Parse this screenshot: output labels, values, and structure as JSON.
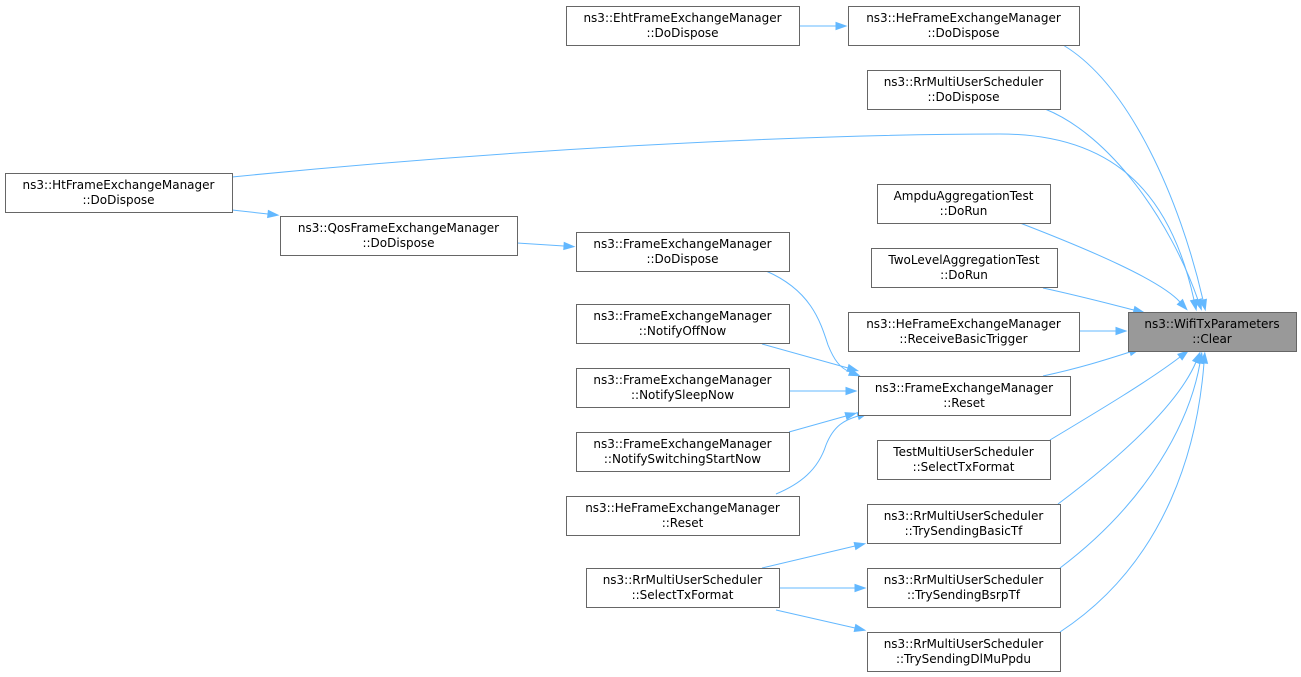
{
  "diagram": {
    "nodes": [
      {
        "id": "root",
        "line1": "ns3::WifiTxParameters",
        "line2": "::Clear"
      },
      {
        "id": "eht_dispose",
        "line1": "ns3::EhtFrameExchangeManager",
        "line2": "::DoDispose"
      },
      {
        "id": "he_dispose",
        "line1": "ns3::HeFrameExchangeManager",
        "line2": "::DoDispose"
      },
      {
        "id": "rr_dispose",
        "line1": "ns3::RrMultiUserScheduler",
        "line2": "::DoDispose"
      },
      {
        "id": "ht_dispose",
        "line1": "ns3::HtFrameExchangeManager",
        "line2": "::DoDispose"
      },
      {
        "id": "ampdu_test",
        "line1": "AmpduAggregationTest",
        "line2": "::DoRun"
      },
      {
        "id": "twolevel_test",
        "line1": "TwoLevelAggregationTest",
        "line2": "::DoRun"
      },
      {
        "id": "qos_dispose",
        "line1": "ns3::QosFrameExchangeManager",
        "line2": "::DoDispose"
      },
      {
        "id": "fem_dispose",
        "line1": "ns3::FrameExchangeManager",
        "line2": "::DoDispose"
      },
      {
        "id": "he_rbt",
        "line1": "ns3::HeFrameExchangeManager",
        "line2": "::ReceiveBasicTrigger"
      },
      {
        "id": "fem_notifyoff",
        "line1": "ns3::FrameExchangeManager",
        "line2": "::NotifyOffNow"
      },
      {
        "id": "fem_reset",
        "line1": "ns3::FrameExchangeManager",
        "line2": "::Reset"
      },
      {
        "id": "fem_notifysleep",
        "line1": "ns3::FrameExchangeManager",
        "line2": "::NotifySleepNow"
      },
      {
        "id": "test_select",
        "line1": "TestMultiUserScheduler",
        "line2": "::SelectTxFormat"
      },
      {
        "id": "fem_notifyswitch",
        "line1": "ns3::FrameExchangeManager",
        "line2": "::NotifySwitchingStartNow"
      },
      {
        "id": "he_reset",
        "line1": "ns3::HeFrameExchangeManager",
        "line2": "::Reset"
      },
      {
        "id": "rr_basictf",
        "line1": "ns3::RrMultiUserScheduler",
        "line2": "::TrySendingBasicTf"
      },
      {
        "id": "rr_select",
        "line1": "ns3::RrMultiUserScheduler",
        "line2": "::SelectTxFormat"
      },
      {
        "id": "rr_bsrptf",
        "line1": "ns3::RrMultiUserScheduler",
        "line2": "::TrySendingBsrpTf"
      },
      {
        "id": "rr_dlmuppdu",
        "line1": "ns3::RrMultiUserScheduler",
        "line2": "::TrySendingDlMuPpdu"
      }
    ],
    "edges": [
      {
        "from": "he_dispose",
        "to": "root"
      },
      {
        "from": "rr_dispose",
        "to": "root"
      },
      {
        "from": "ht_dispose",
        "to": "root"
      },
      {
        "from": "ampdu_test",
        "to": "root"
      },
      {
        "from": "twolevel_test",
        "to": "root"
      },
      {
        "from": "he_rbt",
        "to": "root"
      },
      {
        "from": "fem_reset",
        "to": "root"
      },
      {
        "from": "test_select",
        "to": "root"
      },
      {
        "from": "rr_basictf",
        "to": "root"
      },
      {
        "from": "rr_bsrptf",
        "to": "root"
      },
      {
        "from": "rr_dlmuppdu",
        "to": "root"
      },
      {
        "from": "eht_dispose",
        "to": "he_dispose"
      },
      {
        "from": "ht_dispose",
        "to": "qos_dispose"
      },
      {
        "from": "qos_dispose",
        "to": "fem_dispose"
      },
      {
        "from": "fem_dispose",
        "to": "fem_reset"
      },
      {
        "from": "fem_notifyoff",
        "to": "fem_reset"
      },
      {
        "from": "fem_notifysleep",
        "to": "fem_reset"
      },
      {
        "from": "fem_notifyswitch",
        "to": "fem_reset"
      },
      {
        "from": "he_reset",
        "to": "fem_reset"
      },
      {
        "from": "rr_select",
        "to": "rr_basictf"
      },
      {
        "from": "rr_select",
        "to": "rr_bsrptf"
      },
      {
        "from": "rr_select",
        "to": "rr_dlmuppdu"
      }
    ]
  }
}
